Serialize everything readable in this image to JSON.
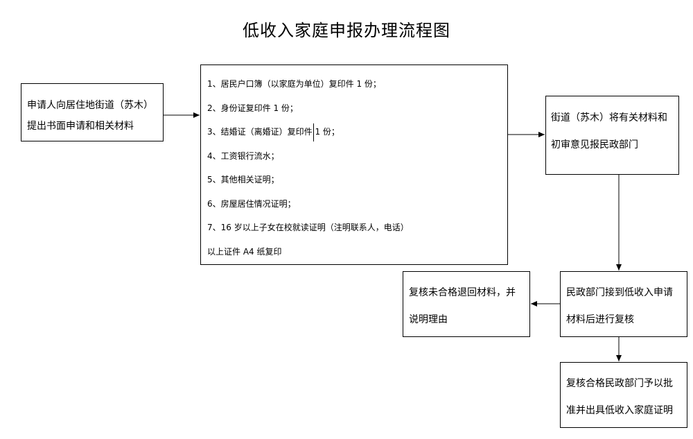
{
  "title": "低收入家庭申报办理流程图",
  "nodes": {
    "apply": {
      "line1": "申请人向居住地街道（苏木）",
      "line2": "提出书面申请和相关材料"
    },
    "materials": {
      "items": [
        "1、居民户口簿（以家庭为单位）复印件 1 份；",
        "2、身份证复印件 1 份；",
        "3、结婚证（离婚证）复印件 1 份；",
        "4、工资银行流水；",
        "5、其他相关证明；",
        "6、房屋居住情况证明；",
        "7、16 岁以上子女在校就读证明（注明联系人，电话）",
        "以上证件 A4 纸复印"
      ]
    },
    "street": {
      "line1": "街道（苏木）将有关材料和",
      "line2": "初审意见报民政部门"
    },
    "civil_review": {
      "line1": "民政部门接到低收入申请",
      "line2": "材料后进行复核"
    },
    "rejected": {
      "line1": "复核未合格退回材料，并",
      "line2": "说明理由"
    },
    "approved": {
      "line1": "复核合格民政部门予以批",
      "line2": "准并出具低收入家庭证明"
    }
  }
}
